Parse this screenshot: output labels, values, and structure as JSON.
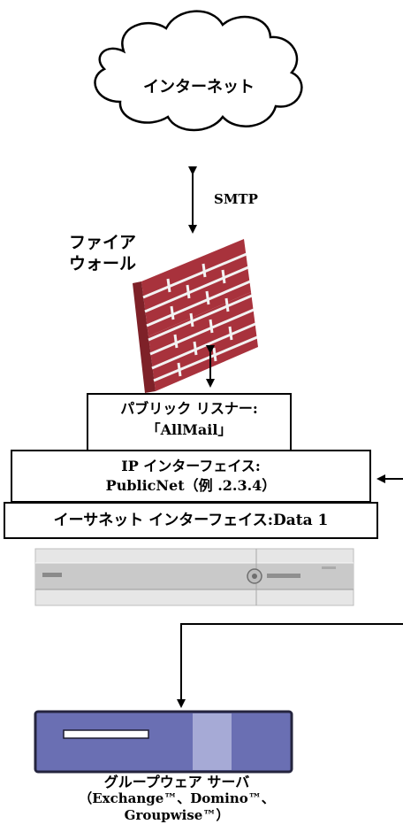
{
  "internet": {
    "label": "インターネット"
  },
  "smtp": {
    "label": "SMTP"
  },
  "firewall": {
    "label_line1": "ファイア",
    "label_line2": "ウォール"
  },
  "listener": {
    "line1": "パブリック リスナー:",
    "line2": "「AllMail」"
  },
  "ip_interface": {
    "line1": "IP インターフェイス:",
    "line2": "PublicNet（例 .2.3.4）"
  },
  "ethernet": {
    "label": "イーサネット インターフェイス:Data 1"
  },
  "groupware": {
    "line1": "グループウェア サーバ",
    "line2": "（Exchange™、Domino™、",
    "line3": "Groupwise™）"
  },
  "colors": {
    "brick": "#a8323c",
    "server": "#6a6fb3",
    "appliance": "#d6d6d6"
  }
}
